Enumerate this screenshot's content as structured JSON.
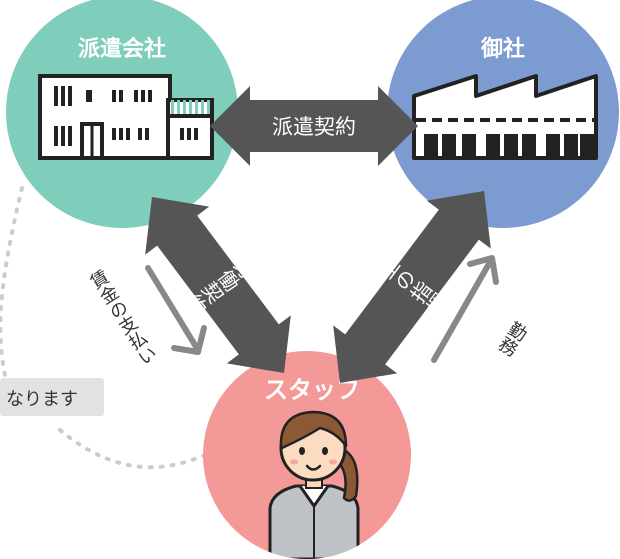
{
  "nodes": {
    "agency": {
      "label": "派遣会社",
      "color": "#7fcdbb"
    },
    "client": {
      "label": "御社",
      "color": "#7c9bd1"
    },
    "staff": {
      "label": "スタッフ",
      "color": "#f39a98"
    }
  },
  "relations": {
    "dispatch_contract": "派遣契約",
    "labor_contract": "労働契約",
    "work_instruction": "仕事上の指揮命令",
    "wage_payment": "賃金の支払い",
    "work": "勤務"
  },
  "side_note": "なります",
  "colors": {
    "arrow": "#555555",
    "thin_arrow": "#888888",
    "dotted_line": "#cccccc",
    "note_bg": "#e2e2e2"
  },
  "icons": [
    "office-building-icon",
    "factory-icon",
    "staff-woman-icon"
  ]
}
